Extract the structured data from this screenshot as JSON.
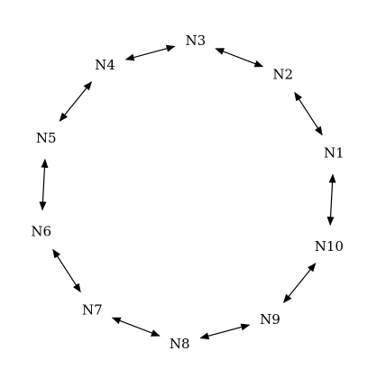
{
  "diagram": {
    "nodes": [
      {
        "id": "N1",
        "label": "N1"
      },
      {
        "id": "N2",
        "label": "N2"
      },
      {
        "id": "N3",
        "label": "N3"
      },
      {
        "id": "N4",
        "label": "N4"
      },
      {
        "id": "N5",
        "label": "N5"
      },
      {
        "id": "N6",
        "label": "N6"
      },
      {
        "id": "N7",
        "label": "N7"
      },
      {
        "id": "N8",
        "label": "N8"
      },
      {
        "id": "N9",
        "label": "N9"
      },
      {
        "id": "N10",
        "label": "N10"
      }
    ],
    "edges": [
      {
        "from": "N1",
        "to": "N2",
        "direction": "both"
      },
      {
        "from": "N2",
        "to": "N3",
        "direction": "both"
      },
      {
        "from": "N3",
        "to": "N4",
        "direction": "both"
      },
      {
        "from": "N4",
        "to": "N5",
        "direction": "both"
      },
      {
        "from": "N5",
        "to": "N6",
        "direction": "both"
      },
      {
        "from": "N6",
        "to": "N7",
        "direction": "both"
      },
      {
        "from": "N7",
        "to": "N8",
        "direction": "both"
      },
      {
        "from": "N8",
        "to": "N9",
        "direction": "both"
      },
      {
        "from": "N9",
        "to": "N10",
        "direction": "both"
      },
      {
        "from": "N10",
        "to": "N1",
        "direction": "both"
      }
    ],
    "colors": {
      "background": "#ffffff",
      "stroke": "#000000",
      "text": "#000000"
    }
  }
}
